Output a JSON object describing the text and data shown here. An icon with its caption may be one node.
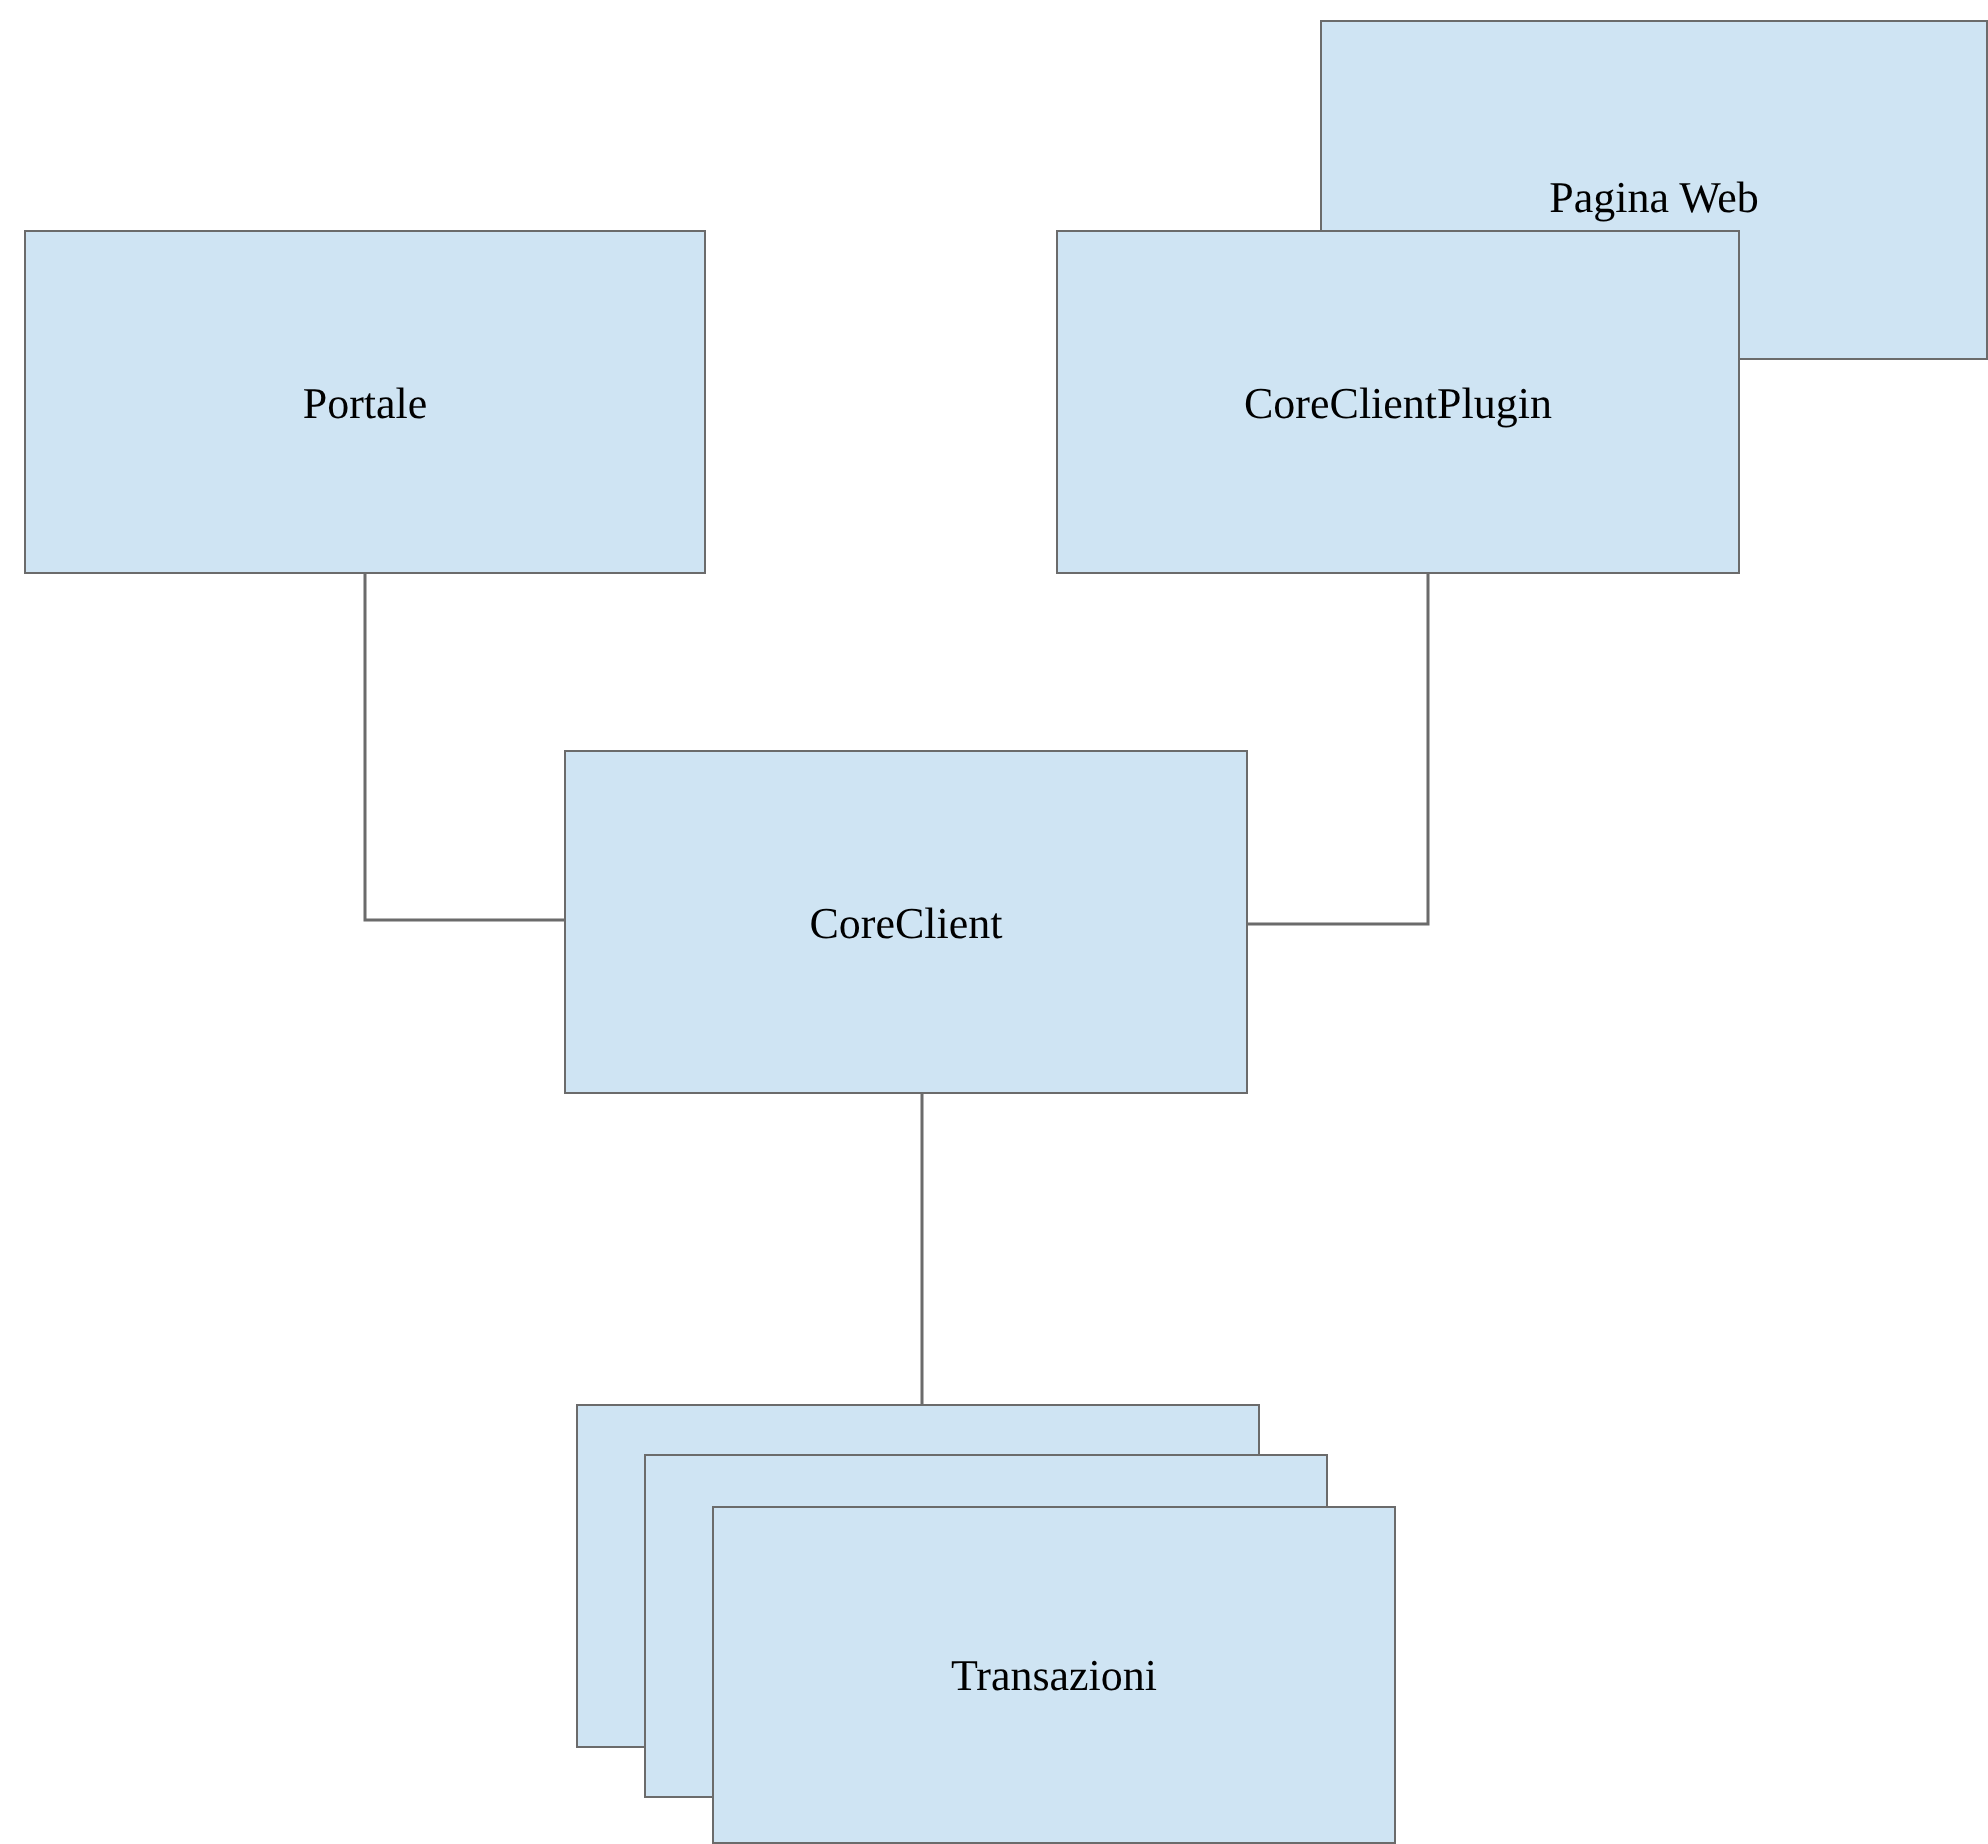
{
  "diagram": {
    "nodes": [
      {
        "text": [
          "Pagina Web"
        ]
      },
      {
        "text": [
          "Portale"
        ]
      },
      {
        "text": [
          "CoreClientPlugin"
        ]
      },
      {
        "text": [
          "CoreClient"
        ]
      },
      {
        "text": [],
        "shape": "box"
      },
      {
        "text": [],
        "shape": "box"
      },
      {
        "text": [
          "Transazioni"
        ]
      }
    ],
    "edges": [
      {
        "from": 1,
        "to": 3,
        "arrow": "none"
      },
      {
        "from": 2,
        "to": 3,
        "arrow": "none"
      },
      {
        "from": 3,
        "to": 4,
        "arrow": "none"
      }
    ]
  }
}
